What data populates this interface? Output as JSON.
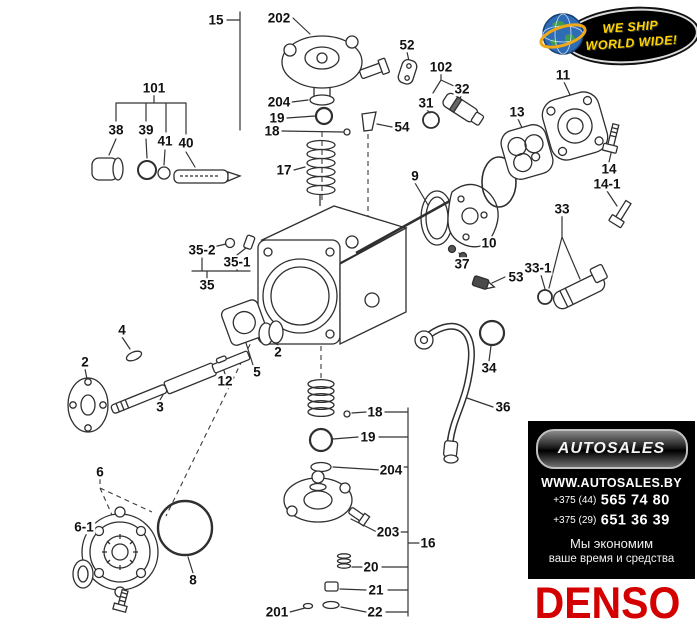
{
  "badge": {
    "line1": "WE SHIP",
    "line2": "WORLD WIDE!"
  },
  "ad": {
    "logo": "AUTOSALES",
    "website": "WWW.AUTOSALES.BY",
    "phone1_prefix": "+375 (44)",
    "phone1_number": "565 74 80",
    "phone2_prefix": "+375 (29)",
    "phone2_number": "651 36 39",
    "tagline1": "Мы экономим",
    "tagline2": "ваше время и средства"
  },
  "brand": {
    "name": "DENSO",
    "color": "#d40000"
  },
  "colors": {
    "badge_text": "#ffd400",
    "panel_bg": "#000000"
  },
  "diagram": {
    "labels": [
      "15",
      "202",
      "52",
      "102",
      "32",
      "31",
      "11",
      "13",
      "14",
      "14-1",
      "101",
      "38",
      "39",
      "41",
      "40",
      "204",
      "19",
      "18",
      "54",
      "17",
      "9",
      "10",
      "37",
      "53",
      "33",
      "33-1",
      "35-2",
      "35-1",
      "35",
      "4",
      "2",
      "5",
      "2",
      "12",
      "3",
      "34",
      "36",
      "18",
      "19",
      "204",
      "203",
      "16",
      "20",
      "21",
      "201",
      "22",
      "6",
      "6-1",
      "8"
    ]
  }
}
